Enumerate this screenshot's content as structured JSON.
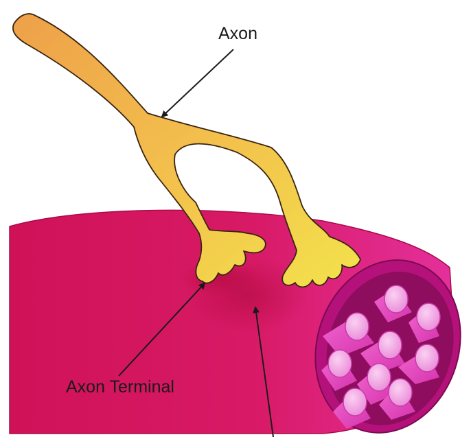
{
  "labels": {
    "axon": "Axon",
    "axon_terminal": "Axon Terminal"
  },
  "colors": {
    "background": "#ffffff",
    "muscle_fiber": "#d5175e",
    "muscle_fiber_highlight": "#e42a86",
    "muscle_end_face": "#c0107e",
    "myofibril": "#ea52c8",
    "myofibril_cap": "#f4a6ea",
    "axon_start": "#efa24a",
    "axon_end": "#f2e24a",
    "outline": "#2a1a10",
    "arrow": "#1a1a1a"
  },
  "icons": {
    "axon": "axon-shape",
    "muscle": "muscle-fiber-shape"
  }
}
